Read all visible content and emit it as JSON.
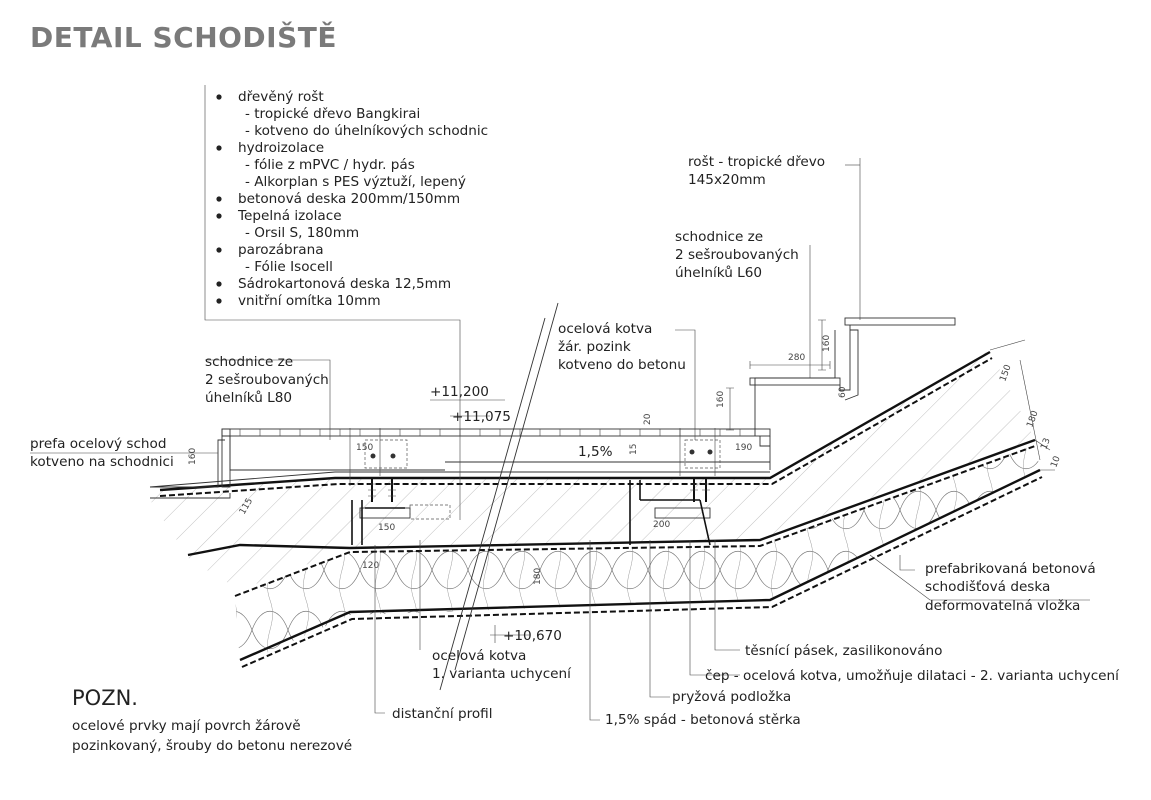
{
  "title": "DETAIL SCHODIŠTĚ",
  "layer_list": [
    {
      "bullet": true,
      "text": "dřevěný rošt"
    },
    {
      "bullet": false,
      "text": "- tropické dřevo Bangkirai"
    },
    {
      "bullet": false,
      "text": "- kotveno do úhelníkových schodnic"
    },
    {
      "bullet": true,
      "text": " hydroizolace"
    },
    {
      "bullet": false,
      "text": "- fólie z mPVC / hydr. pás"
    },
    {
      "bullet": false,
      "text": "- Alkorplan s PES výztuží, lepený"
    },
    {
      "bullet": true,
      "text": "betonová deska 200mm/150mm"
    },
    {
      "bullet": true,
      "text": "Tepelná izolace"
    },
    {
      "bullet": false,
      "text": "- Orsil S, 180mm"
    },
    {
      "bullet": true,
      "text": "parozábrana"
    },
    {
      "bullet": false,
      "text": "- Fólie Isocell"
    },
    {
      "bullet": true,
      "text": "Sádrokartonová deska 12,5mm"
    },
    {
      "bullet": true,
      "text": "vnitřní omítka 10mm"
    }
  ],
  "labels": {
    "rost_line1": "rošt - tropické dřevo",
    "rost_line2": "145x20mm",
    "schodnice_l60_1": "schodnice ze",
    "schodnice_l60_2": "2 sešroubovaných",
    "schodnice_l60_3": "úhelníků L60",
    "schodnice_l80_1": "schodnice ze",
    "schodnice_l80_2": "2 sešroubovaných",
    "schodnice_l80_3": "úhelníků L80",
    "kotva_pozink_1": "ocelová kotva",
    "kotva_pozink_2": "žár. pozink",
    "kotva_pozink_3": "kotveno do betonu",
    "prefa_schod_1": "prefa ocelový schod",
    "prefa_schod_2": "kotveno na schodnici",
    "level_11200": "+11,200",
    "level_11075": "+11,075",
    "slope": "1,5%",
    "level_10670": "+10,670",
    "prefab_deska_1": "prefabrikovaná betonová",
    "prefab_deska_2": "schodišťová deska",
    "deform_vlozka": "deformovatelná vložka",
    "tesnici_pasek": "těsnící pásek, zasilikonováno",
    "cep": "čep - ocelová kotva, umožňuje dilataci - 2. varianta uchycení",
    "kotva_var1_1": "ocelová kotva",
    "kotva_var1_2": "1. varianta uchycení",
    "pryzova": "pryžová podložka",
    "distancni": "distanční profil",
    "sterka": "1,5% spád - betonová stěrka"
  },
  "dimensions": {
    "d280": "280",
    "d160a": "160",
    "d160b": "160",
    "d60": "60",
    "d190": "190",
    "d150a": "150",
    "d150b": "150",
    "d200": "200",
    "d120": "120",
    "d180": "180",
    "d20": "20",
    "d15": "15",
    "d160c": "160",
    "d115": "115",
    "d150r": "150",
    "d180r": "180",
    "d13": "13",
    "d10": "10"
  },
  "note": {
    "heading": "POZN.",
    "line1": "ocelové prvky mají povrch žárově",
    "line2": "pozinkovaný, šrouby do betonu nerezové"
  }
}
